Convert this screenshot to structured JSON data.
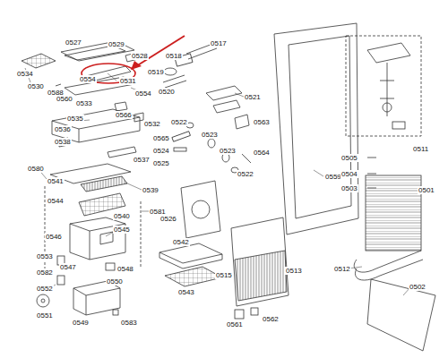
{
  "diagram": {
    "labels": [
      "0527",
      "0529",
      "0534",
      "0528",
      "0530",
      "0588",
      "0554",
      "0560",
      "0531",
      "0533",
      "0554",
      "0566",
      "0532",
      "0535",
      "0536",
      "0538",
      "0537",
      "0580",
      "0541",
      "0539",
      "0544",
      "0540",
      "0581",
      "0546",
      "0545",
      "0553",
      "0547",
      "0582",
      "0548",
      "0552",
      "0550",
      "0551",
      "0549",
      "0583",
      "0517",
      "0518",
      "0519",
      "0520",
      "0521",
      "0522",
      "0563",
      "0565",
      "0523",
      "0524",
      "0523",
      "0525",
      "0564",
      "0522",
      "0526",
      "0559",
      "0542",
      "0543",
      "0515",
      "0513",
      "0561",
      "0562",
      "0511",
      "0505",
      "0504",
      "0503",
      "0501",
      "0512",
      "0502"
    ]
  }
}
